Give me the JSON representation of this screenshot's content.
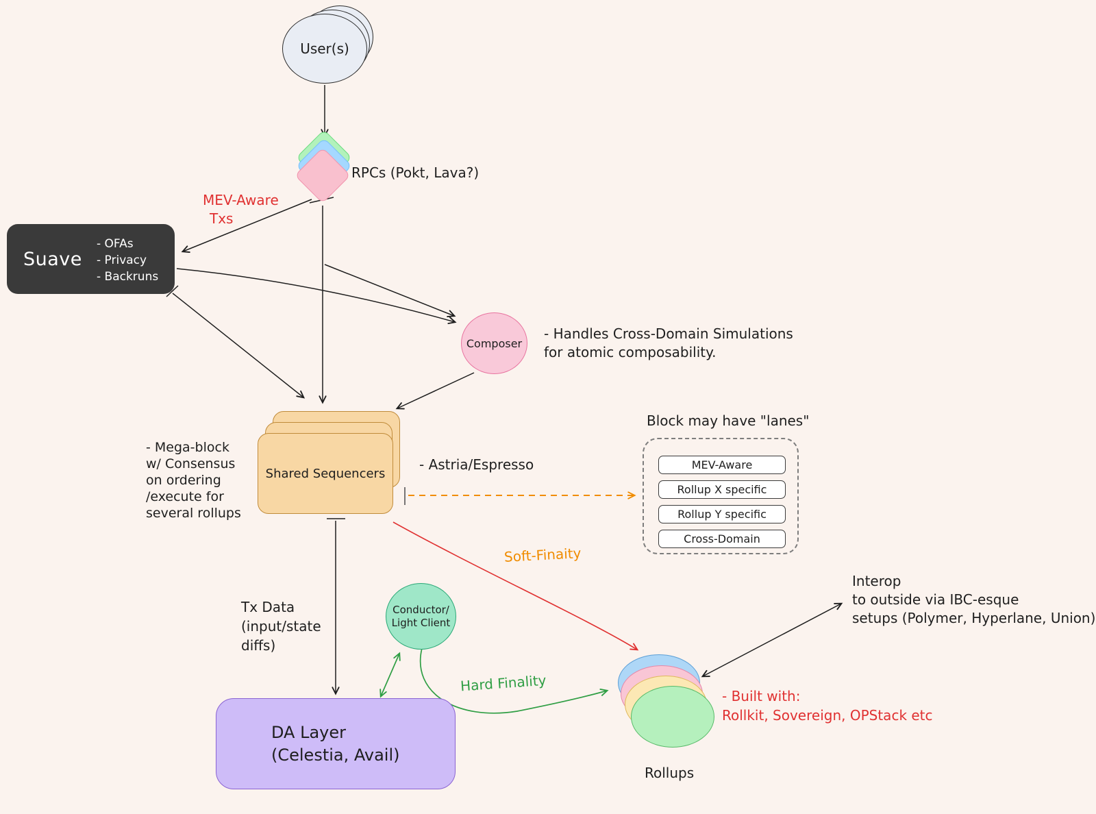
{
  "colors": {
    "bg": "#fbf3ee",
    "ink": "#1e1e1e",
    "red": "#e03131",
    "orange": "#f08c00",
    "green": "#2f9e44",
    "purple": "#cebcf8",
    "orange_fill": "#f8d7a4"
  },
  "users": {
    "label": "User(s)"
  },
  "rpcs": {
    "label": "RPCs (Pokt, Lava?)"
  },
  "mev_aware": {
    "line1": "MEV-Aware",
    "line2": "Txs"
  },
  "suave": {
    "title": "Suave",
    "item1": "- OFAs",
    "item2": "- Privacy",
    "item3": "- Backruns"
  },
  "composer": {
    "label": "Composer",
    "note1": "- Handles Cross-Domain Simulations",
    "note2": "for atomic composability."
  },
  "sequencers": {
    "label": "Shared Sequencers",
    "tech_note": "- Astria/Espresso",
    "mega1": "- Mega-block",
    "mega2": "w/ Consensus",
    "mega3": "on ordering",
    "mega4": "/execute for",
    "mega5": "several rollups"
  },
  "lanes": {
    "title": "Block may have \"lanes\"",
    "row1": "MEV-Aware",
    "row2": "Rollup X specific",
    "row3": "Rollup Y specific",
    "row4": "Cross-Domain"
  },
  "soft_finality": {
    "label": "Soft-Finaity"
  },
  "conductor": {
    "line1": "Conductor/",
    "line2": "Light Client"
  },
  "tx_data": {
    "line1": "Tx Data",
    "line2": "(input/state",
    "line3": "diffs)"
  },
  "da_layer": {
    "line1": "DA Layer",
    "line2": "(Celestia, Avail)"
  },
  "hard_finality": {
    "label": "Hard Finality"
  },
  "rollups": {
    "label": "Rollups",
    "built1": "- Built with:",
    "built2": "Rollkit, Sovereign, OPStack etc"
  },
  "interop": {
    "line1": "Interop",
    "line2": "to outside via IBC-esque",
    "line3": "setups (Polymer, Hyperlane, Union)"
  }
}
